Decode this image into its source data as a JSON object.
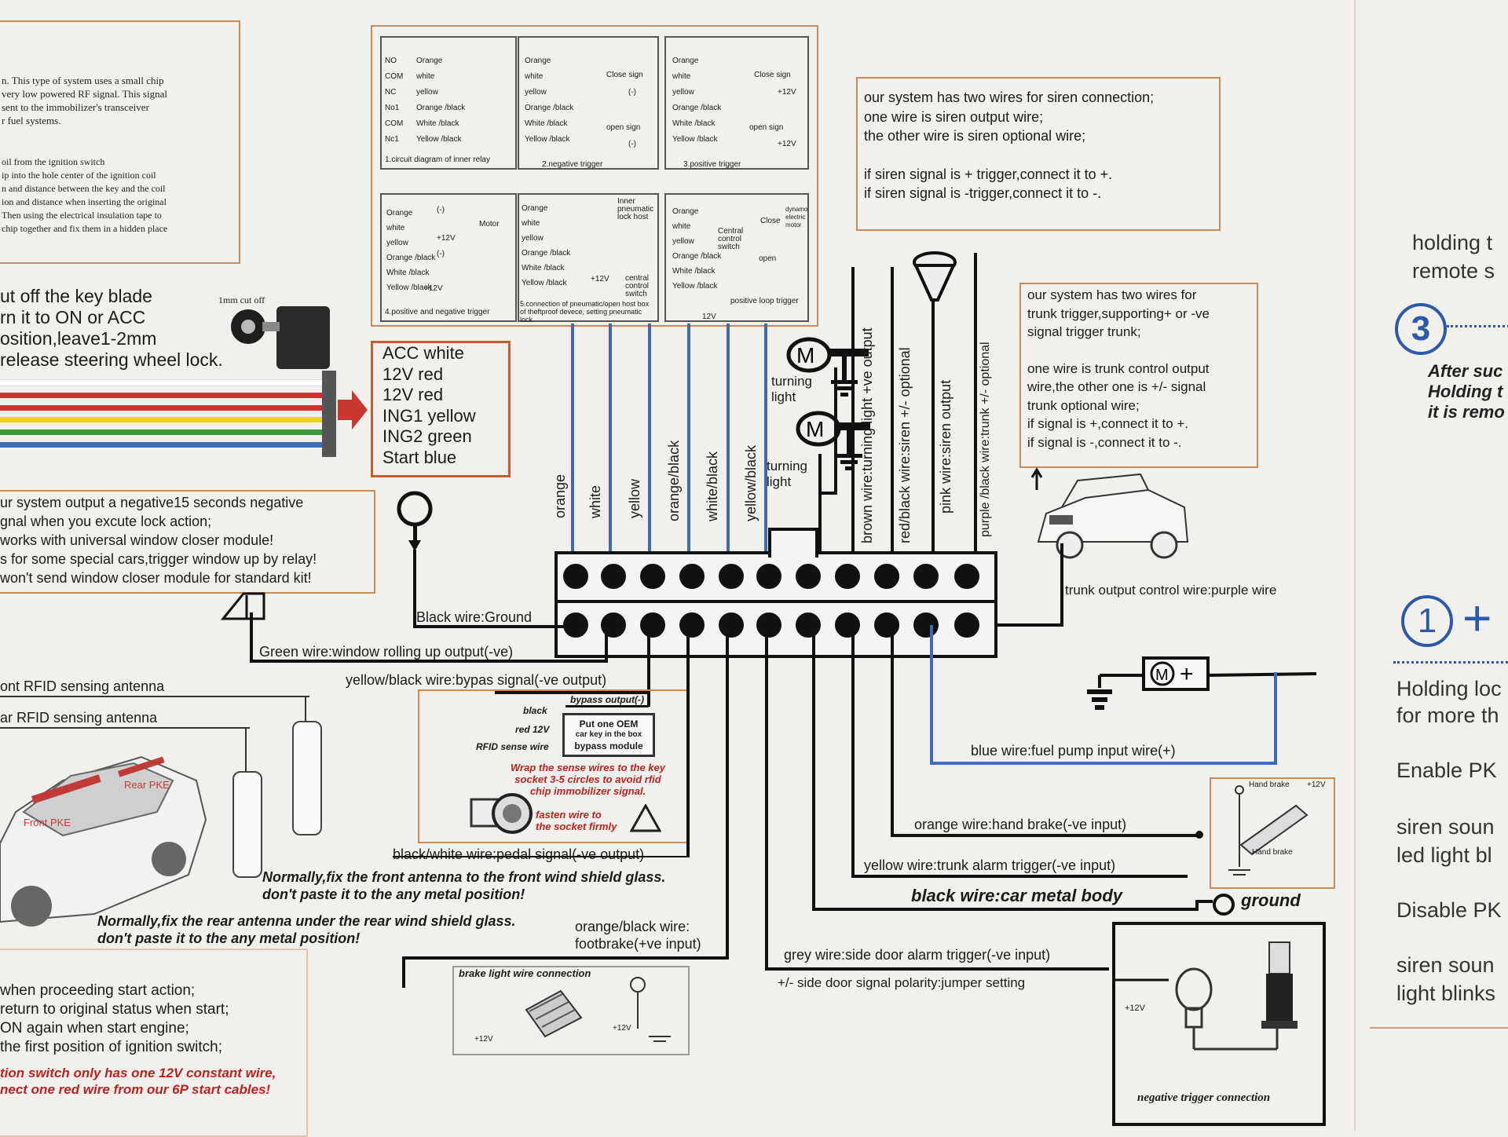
{
  "top_left_text": {
    "lines_a": [
      "n. This type of system uses a small chip",
      "very low powered RF signal. This signal",
      "sent to the immobilizer's transceiver",
      "r fuel systems."
    ],
    "lines_b": [
      "oil from the ignition switch",
      "ip into the hole center of the ignition coil",
      "n and distance between the key and the coil",
      "ion and distance when inserting the original",
      "Then using the electrical insulation tape to",
      "chip together and fix them in a hidden place"
    ]
  },
  "key_text": {
    "lines": [
      "ut off the key blade",
      "rn it to ON or ACC",
      "osition,leave1-2mm",
      " release steering wheel lock."
    ],
    "cutoff_label": "1mm cut off"
  },
  "ignition_box": {
    "lines": [
      "ACC white",
      "12V red",
      "12V red",
      "ING1  yellow",
      "ING2 green",
      "Start  blue"
    ]
  },
  "window_text": {
    "lines": [
      "ur system output a negative15 seconds negative",
      "gnal when you excute lock action;",
      " works with universal window closer module!",
      "s for some special cars,trigger window up by relay!",
      " won't send window closer module for standard kit!"
    ]
  },
  "relay_panel": {
    "c1_rows": [
      [
        "NO",
        "Orange"
      ],
      [
        "COM",
        "white"
      ],
      [
        "NC",
        "yellow"
      ],
      [
        "No1",
        "Orange /black"
      ],
      [
        "COM",
        "White /black"
      ],
      [
        "Nc1",
        "Yellow /black"
      ]
    ],
    "c1_title": "1.circuit diagram of inner relay",
    "c2_rows": [
      "Orange",
      "white",
      "yellow",
      "Orange /black",
      "White /black",
      "Yellow /black"
    ],
    "c2_notes": [
      "Close sign",
      "(-)",
      "open sign",
      "(-)"
    ],
    "c2_title": "2.negative trigger",
    "c3_rows": [
      "Orange",
      "white",
      "yellow",
      "Orange /black",
      "White /black",
      "Yellow /black"
    ],
    "c3_notes": [
      "Close sign",
      "+12V",
      "open sign",
      "+12V"
    ],
    "c3_title": "3.positive trigger",
    "c4_rows": [
      "Orange",
      "white",
      "yellow",
      "Orange /black",
      "White /black",
      "Yellow /black"
    ],
    "c4_notes": [
      "(-)",
      "+12V",
      "(-)",
      "+12V",
      "Motor"
    ],
    "c4_title": "4.positive and negative trigger",
    "c5_rows": [
      "Orange",
      "white",
      "yellow",
      "Orange /black",
      "White /black",
      "Yellow /black"
    ],
    "c5_notes": [
      "Inner pneumatic lock host",
      "+12V",
      "central control switch"
    ],
    "c5_title": "5.connection of pneumatic/open host box of theftproof devece, setting pneumatic lock",
    "c6_rows": [
      "Orange",
      "white",
      "yellow",
      "Orange /black",
      "White /black",
      "Yellow /black"
    ],
    "c6_notes": [
      "Close",
      "Central control switch",
      "open",
      "12V",
      "dynamo electric motor"
    ],
    "c6_title": "positive loop trigger"
  },
  "vertical_labels": {
    "top_wires": [
      "orange",
      "white",
      "yellow",
      "orange/black",
      "white/black",
      "yellow/black"
    ],
    "right_wires": [
      "brown wire:turning light +ve output",
      "red/black wire:siren +/- optional",
      "pink wire:siren output",
      "purple /black wire:trunk +/- optional"
    ]
  },
  "turning_light": [
    "turning",
    "light"
  ],
  "siren_box": {
    "lines": [
      "our system has two wires for siren connection;",
      "one wire is siren output wire;",
      "the other wire is siren optional wire;",
      "",
      "if siren signal is + trigger,connect it to +.",
      "if siren signal is -trigger,connect it to -."
    ]
  },
  "trunk_box": {
    "lines": [
      "our system has two wires for",
      "trunk trigger,supporting+ or -ve",
      "signal trigger trunk;",
      "",
      "one wire is trunk control output",
      "wire,the other one is +/- signal",
      "trunk optional wire;",
      "if signal is +,connect it to +.",
      "if signal is -,connect it to -."
    ]
  },
  "wire_labels": {
    "black_ground": "Black wire:Ground",
    "green_window": "Green wire:window rolling up output(-ve)",
    "yellow_black_bypass": "yellow/black wire:bypas signal(-ve output)",
    "black_white_pedal": "black/white wire:pedal signal(-ve output)",
    "orange_black_foot_1": "orange/black wire:",
    "orange_black_foot_2": "footbrake(+ve input)",
    "trunk_output": "trunk output control wire:purple wire",
    "blue_fuel": "blue wire:fuel pump input wire(+)",
    "orange_hand": "orange wire:hand brake(-ve input)",
    "yellow_trunk": "yellow wire:trunk alarm trigger(-ve input)",
    "black_body": "black wire:car metal body",
    "ground": "ground",
    "grey_door": "grey wire:side door alarm trigger(-ve input)",
    "door_polarity": "+/- side door signal polarity:jumper setting"
  },
  "antenna": {
    "front": "ont RFID sensing antenna",
    "rear": "ar RFID sensing antenna",
    "car_front": "Front PKE",
    "car_rear": "Rear PKE",
    "note_front_1": "Normally,fix the front antenna to the front wind shield glass.",
    "note_front_2": "don't paste it to the any metal position!",
    "note_rear_1": "Normally,fix the rear antenna under the rear wind shield glass.",
    "note_rear_2": "don't paste it to the any metal position!"
  },
  "bypass_box": {
    "header": "bypass output(-)",
    "black": "black",
    "red12v": "red 12V",
    "rfid": "RFID sense wire",
    "module_1": "Put one OEM",
    "module_2": "car key in the box",
    "module_3": "bypass module",
    "wrap_1": "Wrap the sense wires to the key",
    "wrap_2": "socket 3-5 circles to avoid rfid",
    "wrap_3": "chip immobilizer signal.",
    "fasten_1": "fasten wire to",
    "fasten_2": "the socket firmly"
  },
  "brake_box": {
    "title": "brake light wire connection",
    "v1": "+12V",
    "v2": "+12V"
  },
  "handbrake_box": {
    "title": "Hand brake",
    "v": "+12V",
    "bottom": "Hand brake"
  },
  "neg_box": {
    "title": "negative trigger connection",
    "v": "+12V"
  },
  "bottom_left_text": {
    "lines": [
      " when proceeding start action;",
      " return to original status when start;",
      "ON again when start engine;",
      " the first position of ignition switch;"
    ],
    "red_lines": [
      "tion switch only has one 12V constant wire,",
      "nect one red wire from our 6P start cables!"
    ]
  },
  "right_panel": {
    "holding_1": "holding t",
    "holding_2": "remote s",
    "step3": "3",
    "after_1": "After suc",
    "after_2": "Holding t",
    "after_3": "it is remo",
    "step1": "1",
    "plus": "+",
    "lines": [
      "Holding loc",
      "for more th",
      "Enable PK",
      "siren soun",
      "led light bl",
      "Disable PK",
      "siren soun",
      "light blinks"
    ]
  },
  "fuel_motor": {
    "m": "M",
    "plus": "+"
  }
}
